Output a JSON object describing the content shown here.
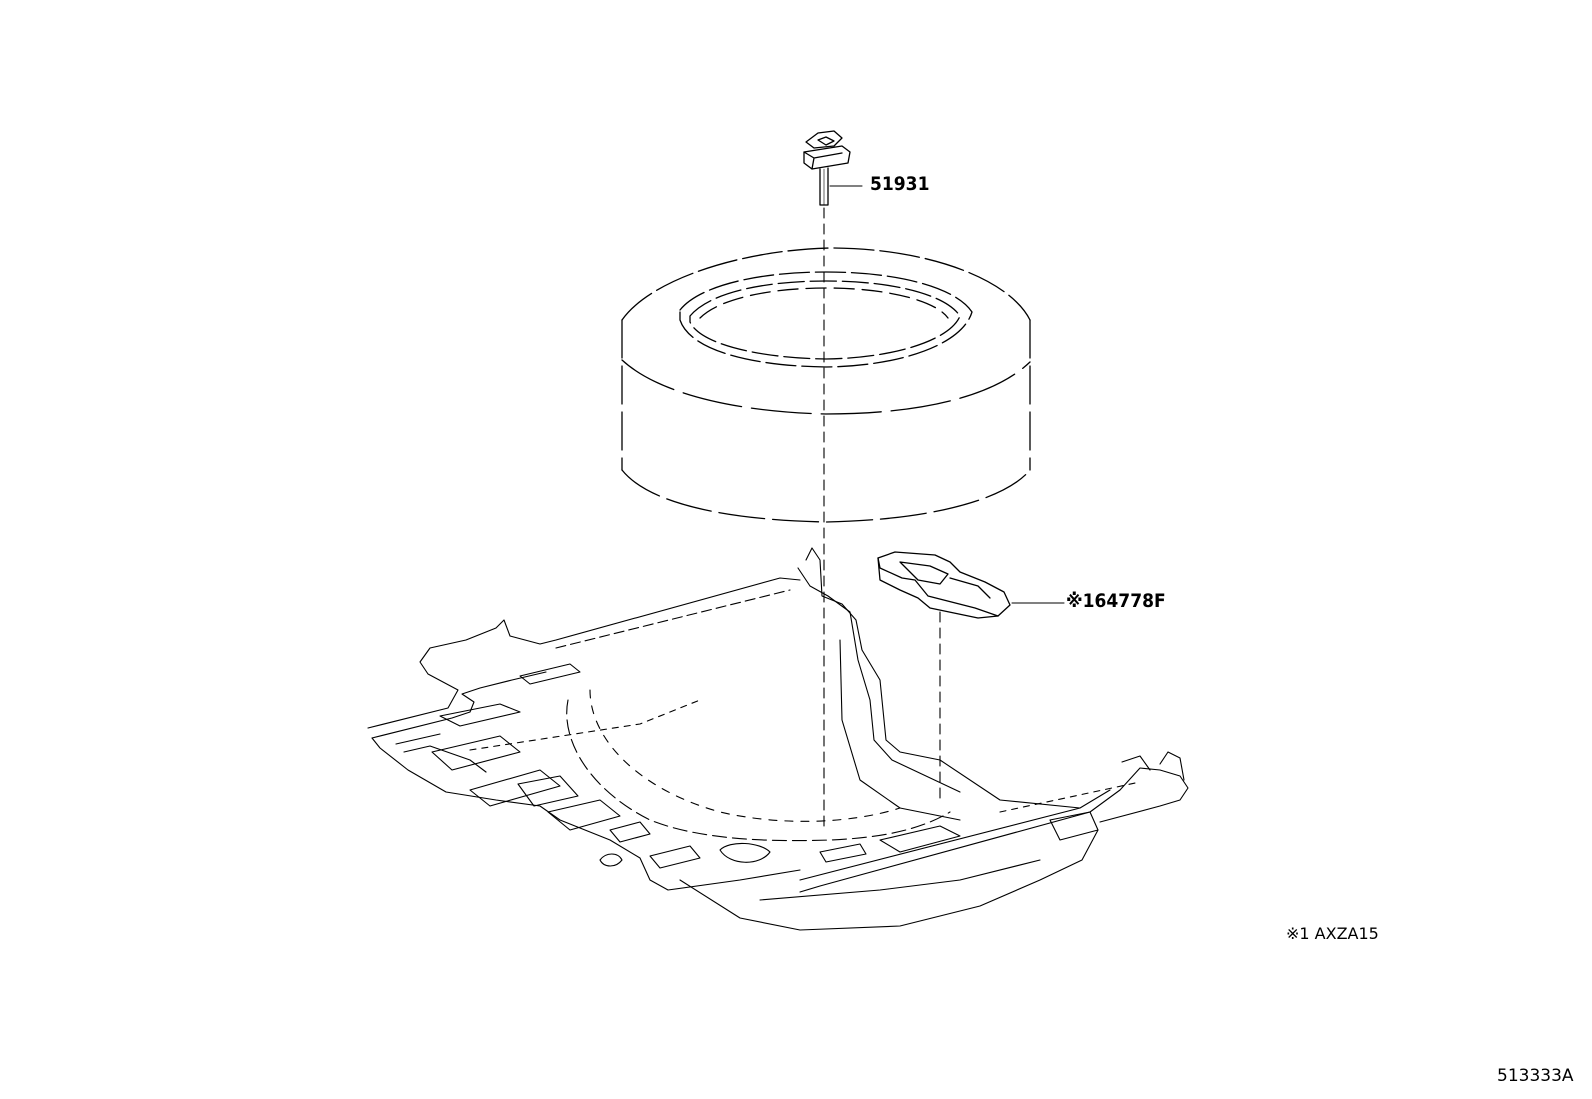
{
  "diagram": {
    "parts": [
      {
        "number": "51931"
      },
      {
        "number": "※164778F"
      }
    ],
    "footnote": "※1 AXZA15",
    "figure_id": "513333A"
  },
  "colors": {
    "line": "#000000",
    "background": "#ffffff"
  }
}
